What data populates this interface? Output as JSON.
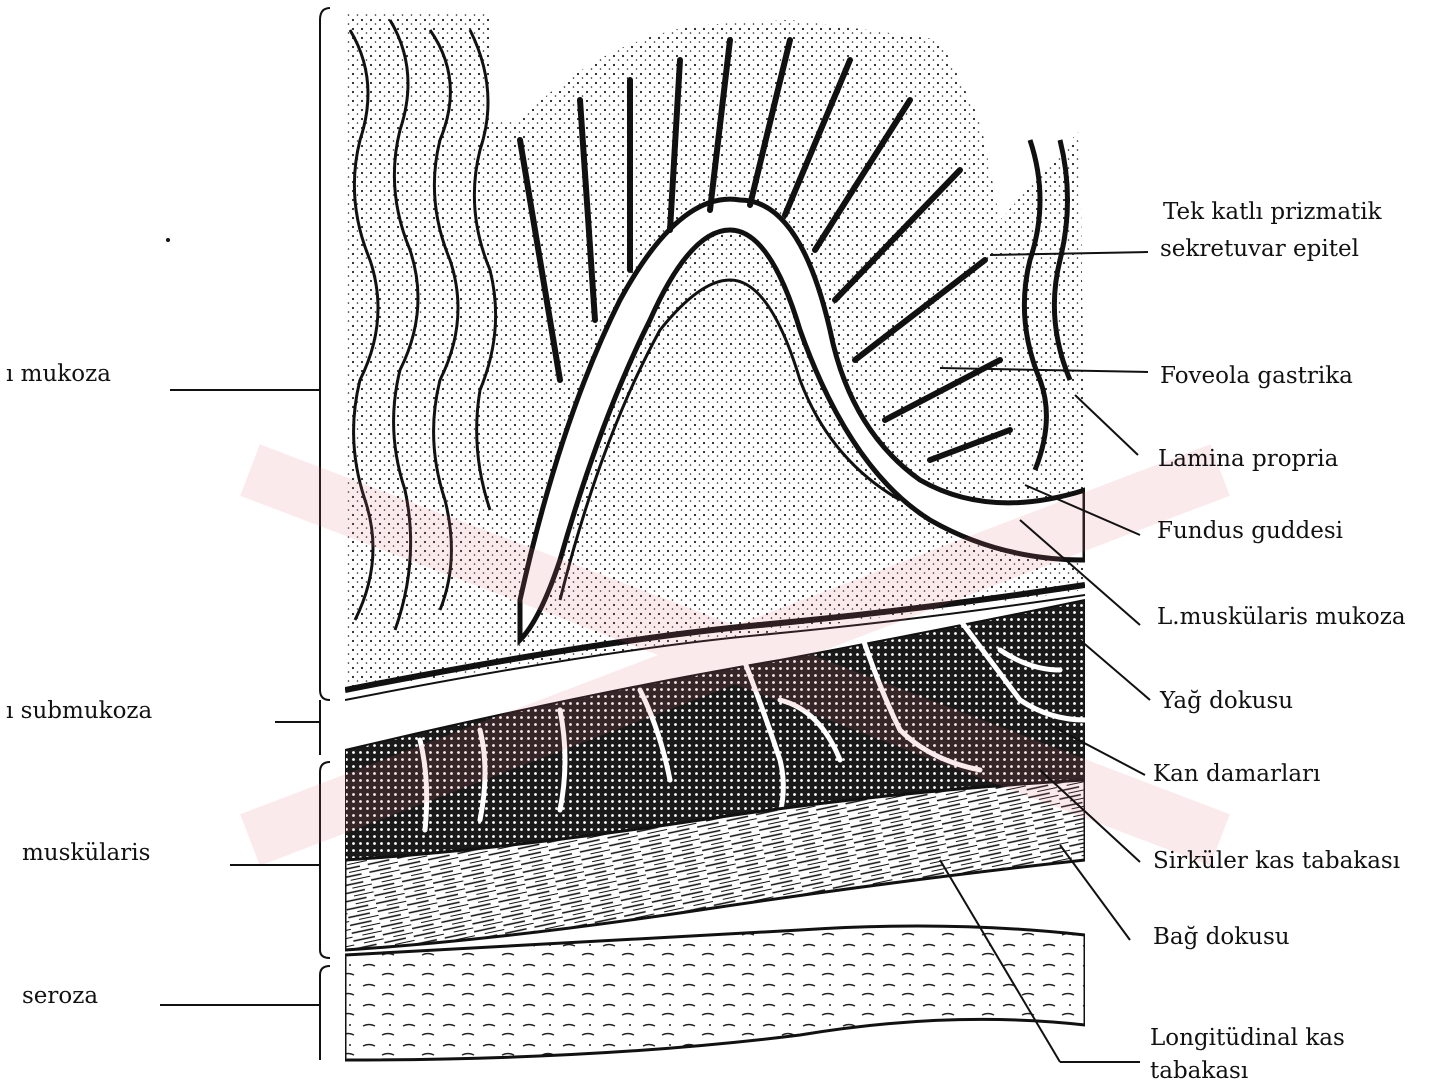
{
  "figure": {
    "left_labels": [
      {
        "id": "mukoza",
        "text": "ı mukoza"
      },
      {
        "id": "submukoza",
        "text": "ı submukoza"
      },
      {
        "id": "muskularis",
        "text": "muskülaris"
      },
      {
        "id": "seroza",
        "text": "seroza"
      }
    ],
    "right_labels": [
      {
        "id": "epitel-1",
        "text": "Tek katlı prizmatik"
      },
      {
        "id": "epitel-2",
        "text": "sekretuvar epitel"
      },
      {
        "id": "foveola",
        "text": "Foveola gastrika"
      },
      {
        "id": "lamina",
        "text": "Lamina propria"
      },
      {
        "id": "fundus",
        "text": "Fundus guddesi"
      },
      {
        "id": "lmuskularis",
        "text": "L.muskülaris mukoza"
      },
      {
        "id": "yag",
        "text": "Yağ dokusu"
      },
      {
        "id": "kan",
        "text": "Kan damarları"
      },
      {
        "id": "sirkuler",
        "text": "Sirküler kas tabakası"
      },
      {
        "id": "bag",
        "text": "Bağ dokusu"
      },
      {
        "id": "longitudinal-1",
        "text": "Longitüdinal kas"
      },
      {
        "id": "longitudinal-2",
        "text": "tabakası"
      }
    ],
    "colors": {
      "ink": "#111111",
      "paper": "#ffffff",
      "watermark": "#e07080"
    }
  }
}
